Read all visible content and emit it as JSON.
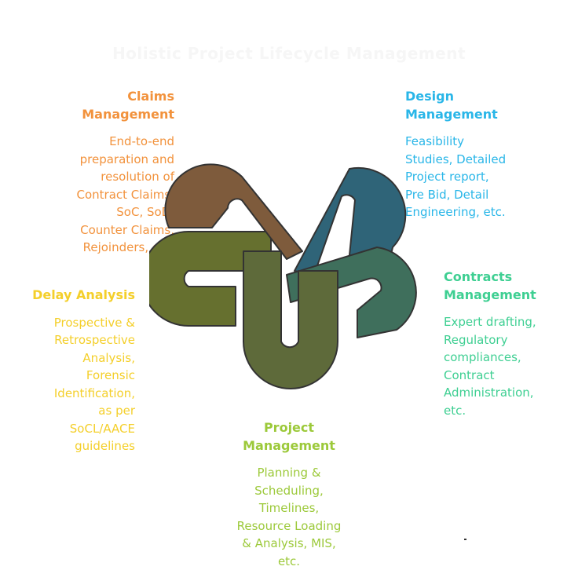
{
  "title": "Holistic Project Lifecycle Management",
  "colors": {
    "claims": "#f2923c",
    "design": "#29b6e8",
    "contracts": "#3ecf92",
    "delay": "#f4cf2a",
    "project": "#9cc93a",
    "loop_brown": "#7e5b3c",
    "loop_teal": "#2f6478",
    "loop_green": "#3f6f5c",
    "loop_olive": "#66702f",
    "loop_moss": "#5e6a3a"
  },
  "sections": {
    "claims": {
      "heading": [
        "Claims",
        "Management"
      ],
      "body": [
        "End-to-end",
        "preparation and",
        "resolution of",
        "Contract Claims,",
        "SoC, SoD,",
        "Counter Claims,",
        "Rejoinders, etc."
      ]
    },
    "design": {
      "heading": [
        "Design",
        "Management"
      ],
      "body": [
        "Feasibility",
        "Studies, Detailed",
        "Project report,",
        "Pre Bid, Detail",
        "Engineering, etc."
      ]
    },
    "contracts": {
      "heading": [
        "Contracts",
        "Management"
      ],
      "body": [
        "Expert drafting,",
        "Regulatory",
        "compliances,",
        "Contract",
        "Administration,",
        "etc."
      ]
    },
    "delay": {
      "heading": [
        "Delay Analysis"
      ],
      "body": [
        "Prospective &",
        "Retrospective",
        "Analysis,",
        "Forensic",
        "Identification,",
        "as per",
        "SoCL/AACE",
        "guidelines"
      ]
    },
    "project": {
      "heading": [
        "Project",
        "Management"
      ],
      "body": [
        "Planning &",
        "Scheduling,",
        "Timelines,",
        "Resource Loading",
        "& Analysis, MIS,",
        "etc."
      ]
    }
  }
}
